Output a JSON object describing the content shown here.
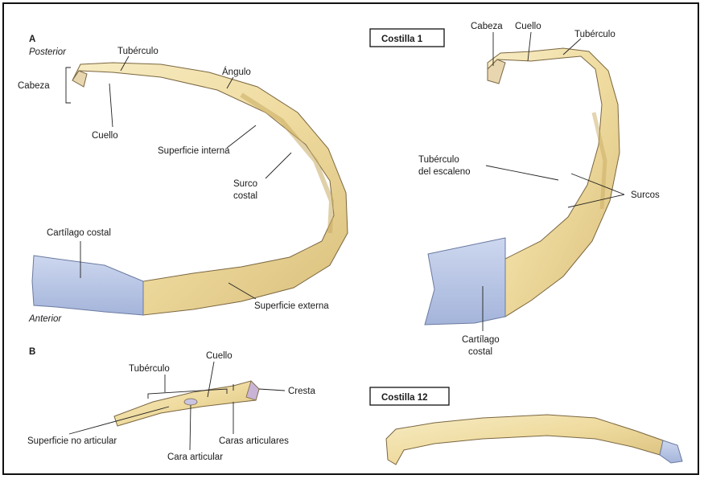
{
  "panel_a": {
    "letter": "A",
    "posterior": "Posterior",
    "anterior": "Anterior",
    "labels": {
      "cabeza": "Cabeza",
      "tuberculo": "Tubérculo",
      "angulo": "Ángulo",
      "cuello": "Cuello",
      "superficie_interna": "Superficie interna",
      "surco": "Surco",
      "costal": "costal",
      "cartilago_costal": "Cartílago costal",
      "superficie_externa": "Superficie externa"
    }
  },
  "panel_b": {
    "letter": "B",
    "labels": {
      "tuberculo": "Tubérculo",
      "cuello": "Cuello",
      "cresta": "Cresta",
      "superficie_no_articular": "Superficie no articular",
      "caras_articulares": "Caras articulares",
      "cara_articular": "Cara articular"
    }
  },
  "costilla_1": {
    "title": "Costilla 1",
    "labels": {
      "cabeza": "Cabeza",
      "cuello": "Cuello",
      "tuberculo": "Tubérculo",
      "tuberculo_line1": "Tubérculo",
      "tuberculo_line2": "del escaleno",
      "surcos": "Surcos",
      "cartilago": "Cartílago",
      "costal": "costal"
    }
  },
  "costilla_12": {
    "title": "Costilla 12"
  },
  "colors": {
    "bone": "#f1dfa6",
    "cartilage": "#b9c7e6",
    "frame": "#111111"
  }
}
